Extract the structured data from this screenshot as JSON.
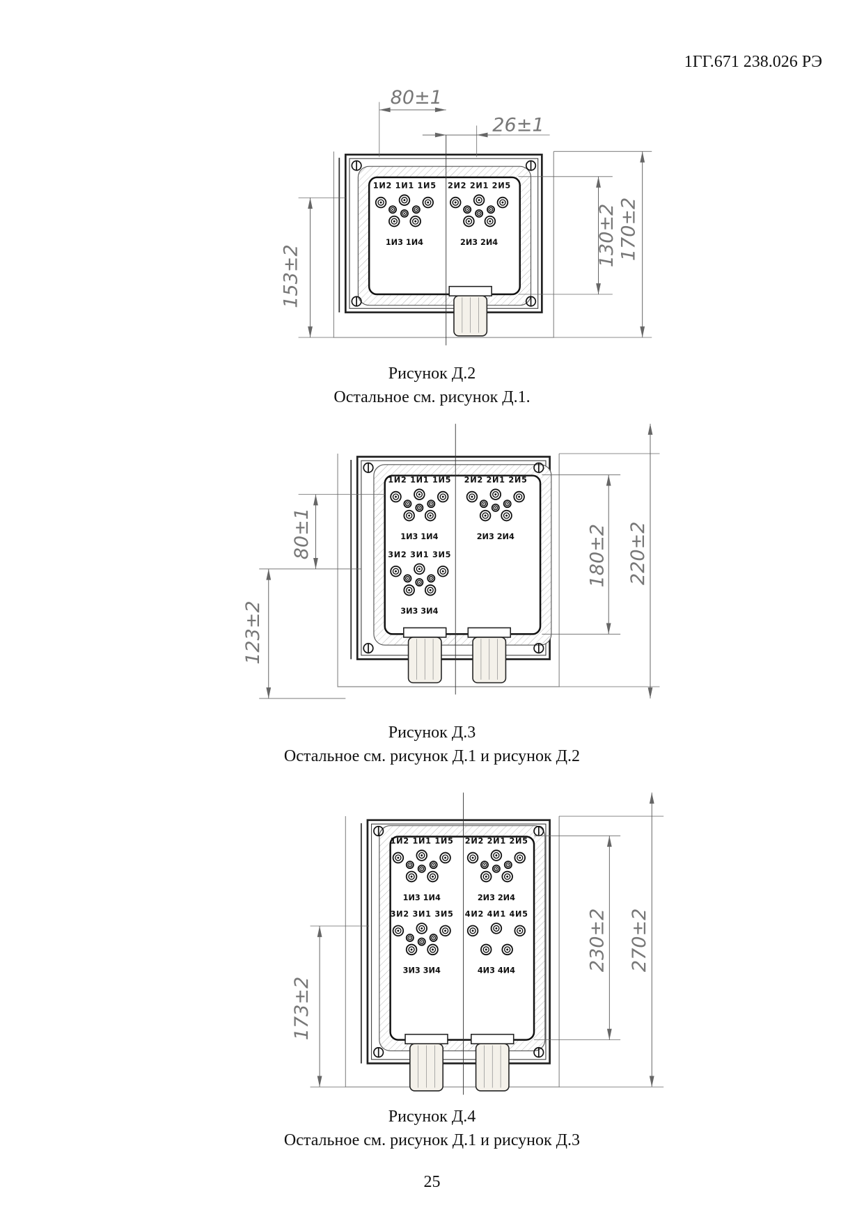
{
  "header": {
    "doc_code": "1ГГ.671 238.026 РЭ"
  },
  "figures": [
    {
      "caption": "Рисунок Д.2",
      "note": "Остальное см. рисунок Д.1.",
      "groups": [
        {
          "top": "1И2 1И1 1И5",
          "bottom": "1И3 1И4"
        },
        {
          "top": "2И2 2И1 2И5",
          "bottom": "2И3 2И4"
        }
      ],
      "dims": [
        "80±1",
        "26±1",
        "153±2",
        "130±2",
        "170±2"
      ]
    },
    {
      "caption": "Рисунок Д.3",
      "note": "Остальное см. рисунок Д.1 и рисунок Д.2",
      "groups": [
        {
          "top": "1И2 1И1 1И5",
          "bottom": "1И3 1И4"
        },
        {
          "top": "2И2 2И1 2И5",
          "bottom": "2И3 2И4"
        },
        {
          "top": "3И2 3И1 3И5",
          "bottom": "3И3 3И4"
        }
      ],
      "dims": [
        "80±1",
        "123±2",
        "180±2",
        "220±2"
      ]
    },
    {
      "caption": "Рисунок Д.4",
      "note": "Остальное см. рисунок Д.1 и рисунок Д.3",
      "groups": [
        {
          "top": "1И2 1И1 1И5",
          "bottom": "1И3 1И4"
        },
        {
          "top": "2И2 2И1 2И5",
          "bottom": "2И3 2И4"
        },
        {
          "top": "3И2 3И1 3И5",
          "bottom": "3И3 3И4"
        },
        {
          "top": "4И2 4И1 4И5",
          "bottom": "4И3 4И4"
        }
      ],
      "dims": [
        "173±2",
        "230±2",
        "270±2"
      ]
    }
  ],
  "page_number": "25"
}
